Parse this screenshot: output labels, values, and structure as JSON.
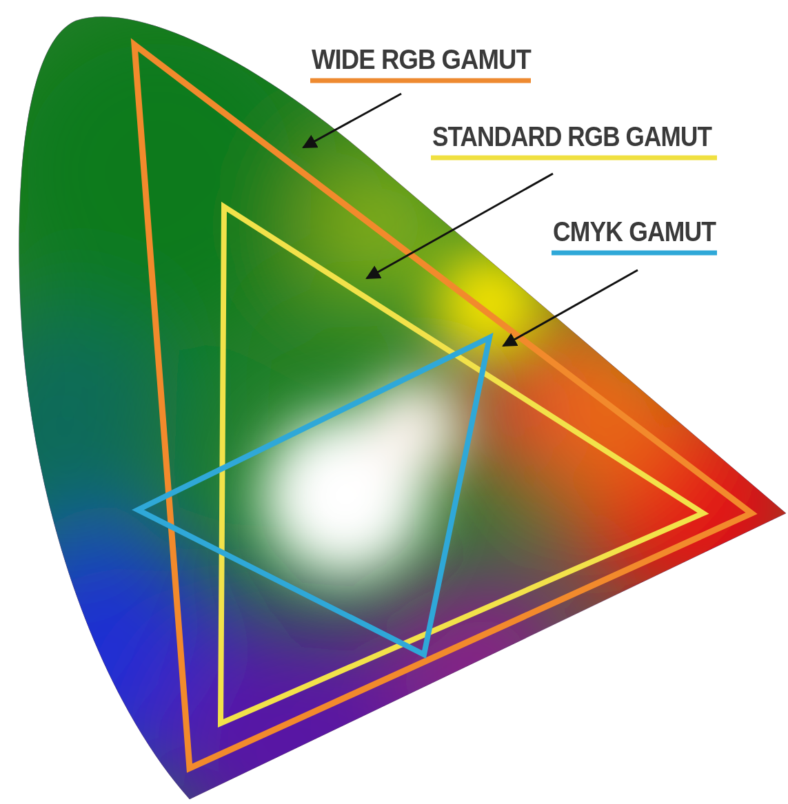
{
  "diagram": {
    "labels": [
      "WIDE RGB GAMUT",
      "STANDARD RGB GAMUT",
      "CMYK GAMUT"
    ]
  }
}
